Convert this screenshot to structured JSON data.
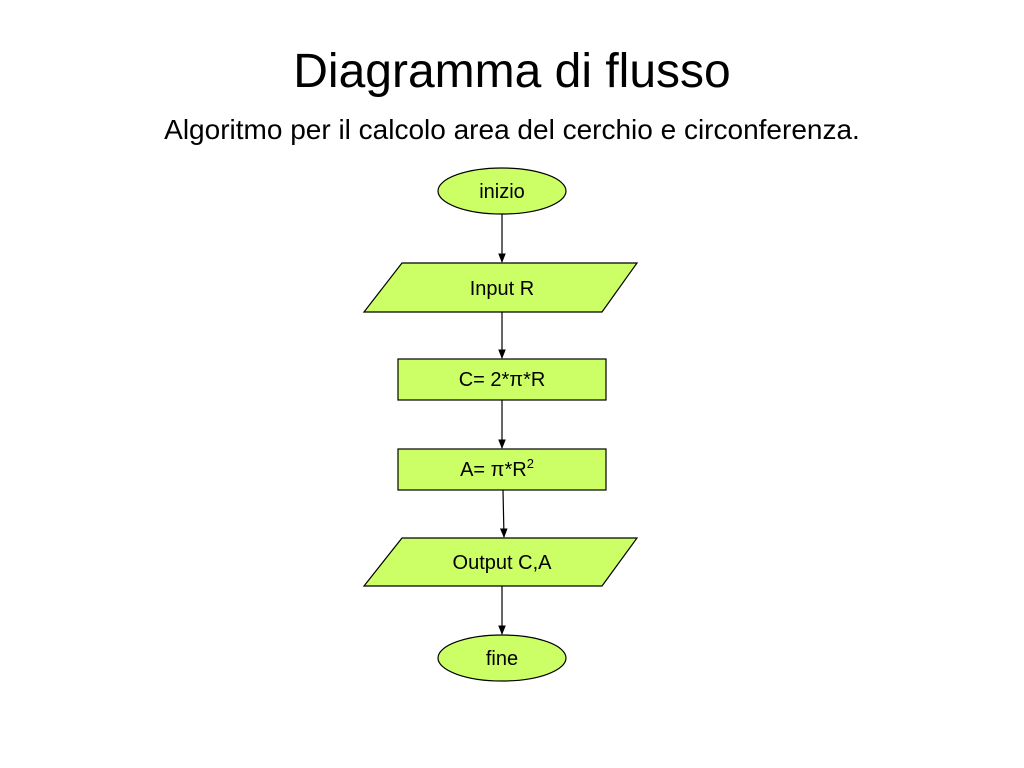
{
  "title": "Diagramma di flusso",
  "subtitle": "Algoritmo per il calcolo area del cerchio e circonferenza.",
  "colors": {
    "node_fill": "#CCFF66",
    "stroke": "#000000",
    "background": "#FFFFFF"
  },
  "nodes": {
    "start": {
      "shape": "terminal-ellipse",
      "label": "inizio"
    },
    "input": {
      "shape": "parallelogram",
      "label": "Input R"
    },
    "circumference": {
      "shape": "process-rectangle",
      "label": "C= 2*π*R"
    },
    "area": {
      "shape": "process-rectangle",
      "label": "A= π*R",
      "superscript": "2"
    },
    "output": {
      "shape": "parallelogram",
      "label": "Output C,A"
    },
    "end": {
      "shape": "terminal-ellipse",
      "label": "fine"
    }
  },
  "edges": [
    {
      "from": "start",
      "to": "input"
    },
    {
      "from": "input",
      "to": "circumference"
    },
    {
      "from": "circumference",
      "to": "area"
    },
    {
      "from": "area",
      "to": "output"
    },
    {
      "from": "output",
      "to": "end"
    }
  ]
}
